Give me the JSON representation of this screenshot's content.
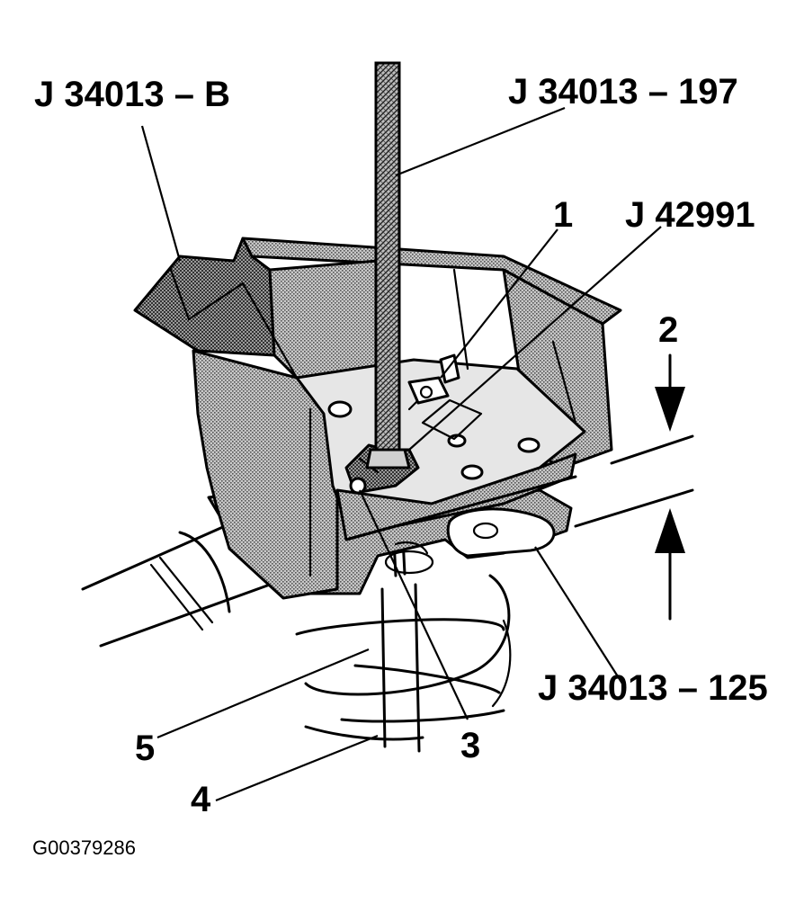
{
  "diagram": {
    "callouts": {
      "tool_b": "J 34013 – B",
      "tool_197": "J 34013 – 197",
      "item_1": "1",
      "tool_42991": "J 42991",
      "item_2": "2",
      "item_3": "3",
      "item_4": "4",
      "item_5": "5",
      "tool_125": "J 34013 – 125"
    },
    "figure_id": "G00379286"
  }
}
